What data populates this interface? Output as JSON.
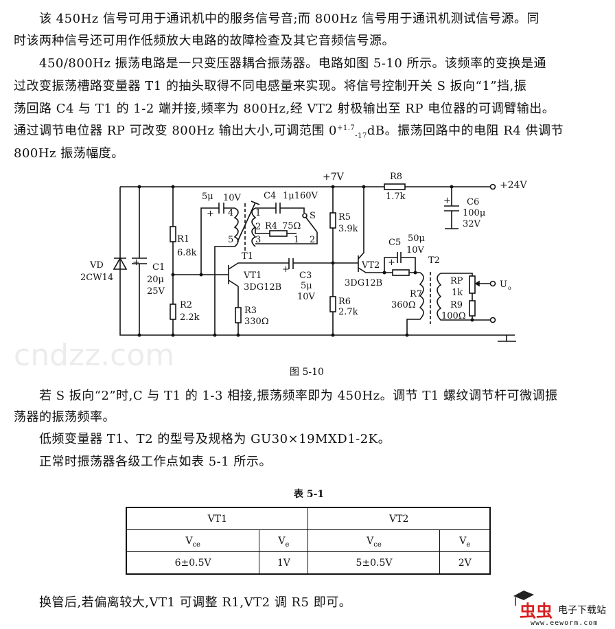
{
  "intro": {
    "p1": [
      "该 450Hz 信号可用于通讯机中的服务信号音;而 800Hz 信号用于通讯机测试信号源。同",
      "时该两种信号还可用作低频放大电路的故障检查及其它音频信号源。"
    ],
    "p2": [
      "450/800Hz 振荡电路是一只变压器耦合振荡器。电路如图 5-10 所示。该频率的变换是通",
      "过改变振荡槽路变量器 T1 的抽头取得不同电感量来实现。将信号控制开关 S 扳向“1”挡,振",
      "荡回路 C4 与 T1 的 1-2 端并接,频率为 800Hz,经 VT2 射极输出至 RP 电位器的可调臂输出。"
    ],
    "p2_line6": {
      "before": "通过调节电位器 RP 可改变 800Hz 输出大小,可调范围 0",
      "sup": "+1.7",
      "sub": "-17",
      "after": "dB。振荡回路中的电阻 R4 供调节"
    },
    "p2_last": "800Hz 振荡幅度。"
  },
  "figure": {
    "caption": "图 5-10",
    "labels": {
      "plus7v": "+7V",
      "r8": "R8",
      "r8_val": "1.7k",
      "plus24v": "+24V",
      "c6": "C6",
      "c6_cap": "100μ",
      "c6_volt": "32V",
      "c2_cap": "5μ",
      "c2_volt": "10V",
      "c4": "C4",
      "c4_val": "1μ160V",
      "pin4": "4",
      "pin1": "1",
      "pin2": "2",
      "pin3": "3",
      "pin5": "5",
      "r4": "R4",
      "r4_val": "75Ω",
      "s": "S",
      "s_pos1": "1",
      "s_pos2": "2",
      "t1": "T1",
      "r1": "R1",
      "r1_val": "6.8k",
      "vd": "VD",
      "vd_model": "2CW14",
      "c1": "C1",
      "c1_cap": "20μ",
      "c1_volt": "25V",
      "r2": "R2",
      "r2_val": "2.2k",
      "vt1": "VT1",
      "vt1_model": "3DG12B",
      "c3": "C3",
      "c3_cap": "5μ",
      "c3_volt": "10V",
      "r3": "R3",
      "r3_val": "330Ω",
      "r5": "R5",
      "r5_val": "3.9k",
      "r6": "R6",
      "r6_val": "2.7k",
      "vt2": "VT2",
      "vt2_model": "3DG12B",
      "c5": "C5",
      "c5_cap": "50μ",
      "c5_volt": "10V",
      "t2": "T2",
      "r7": "R7",
      "r7_val": "360Ω",
      "rp": "RP",
      "rp_val": "1k",
      "r9": "R9",
      "r9_val": "100Ω",
      "uo": "U",
      "uo_sub": "o",
      "plus": "+"
    }
  },
  "after": {
    "p3": [
      "若 S 扳向“2”时,C 与 T1 的 1-3 相接,振荡频率即为 450Hz。调节 T1 螺纹调节杆可微调振",
      "荡器的振荡频率。"
    ],
    "p4": "低频变量器 T1、T2 的型号及规格为 GU30×19MXD1-2K。",
    "p5": "正常时振荡器各级工作点如表 5-1 所示。",
    "p6": "换管后,若偏离较大,VT1 可调整 R1,VT2 调 R5 即可。"
  },
  "table": {
    "title": "表 5-1",
    "groups": [
      "VT1",
      "VT2"
    ],
    "sub_headers": [
      {
        "main": "V",
        "sub": "ce"
      },
      {
        "main": "V",
        "sub": "e"
      },
      {
        "main": "V",
        "sub": "ce"
      },
      {
        "main": "V",
        "sub": "e"
      }
    ],
    "values": [
      "6±0.5V",
      "1V",
      "5±0.5V",
      "2V"
    ]
  },
  "watermark": {
    "site": "cndzz.com",
    "brand": "虫虫",
    "brand_text": "电子下载站",
    "url": "www.eeworm.com",
    "brand_color": "#d81e1e"
  }
}
